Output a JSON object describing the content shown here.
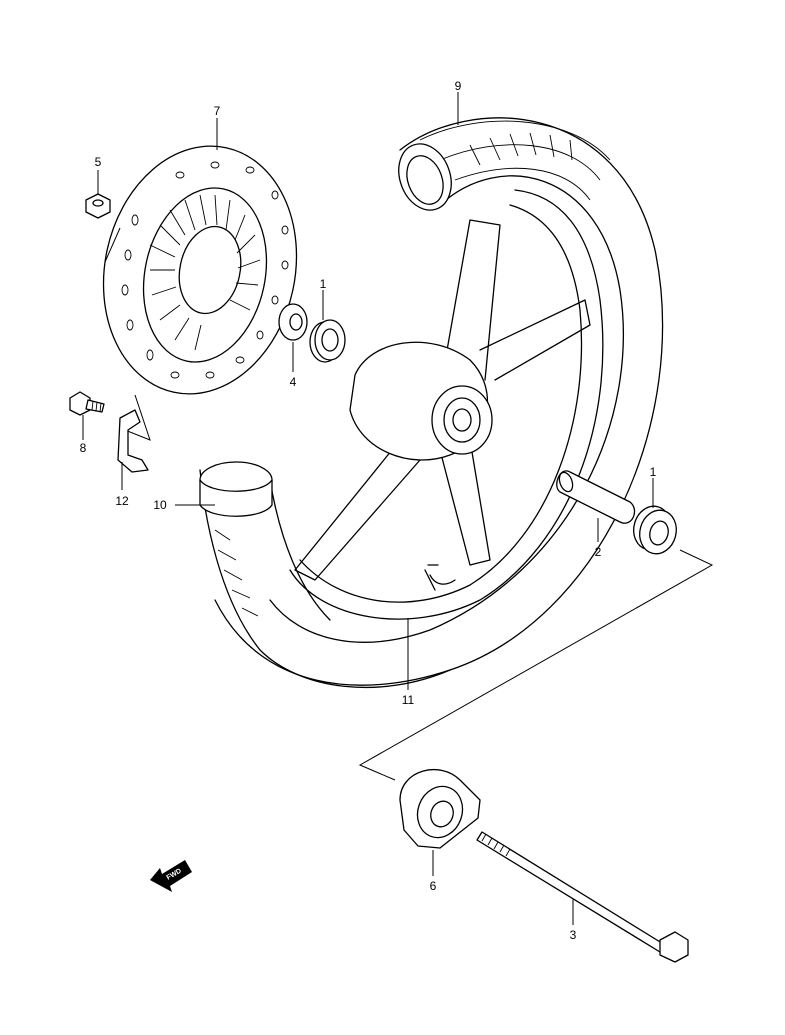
{
  "callouts": {
    "c1a": "1",
    "c1b": "1",
    "c2": "2",
    "c3": "3",
    "c4": "4",
    "c5": "5",
    "c6": "6",
    "c7": "7",
    "c8": "8",
    "c9": "9",
    "c10": "10",
    "c11": "11",
    "c12": "12"
  },
  "fwd_label": "FWD",
  "colors": {
    "line": "#000000",
    "background": "#ffffff"
  }
}
